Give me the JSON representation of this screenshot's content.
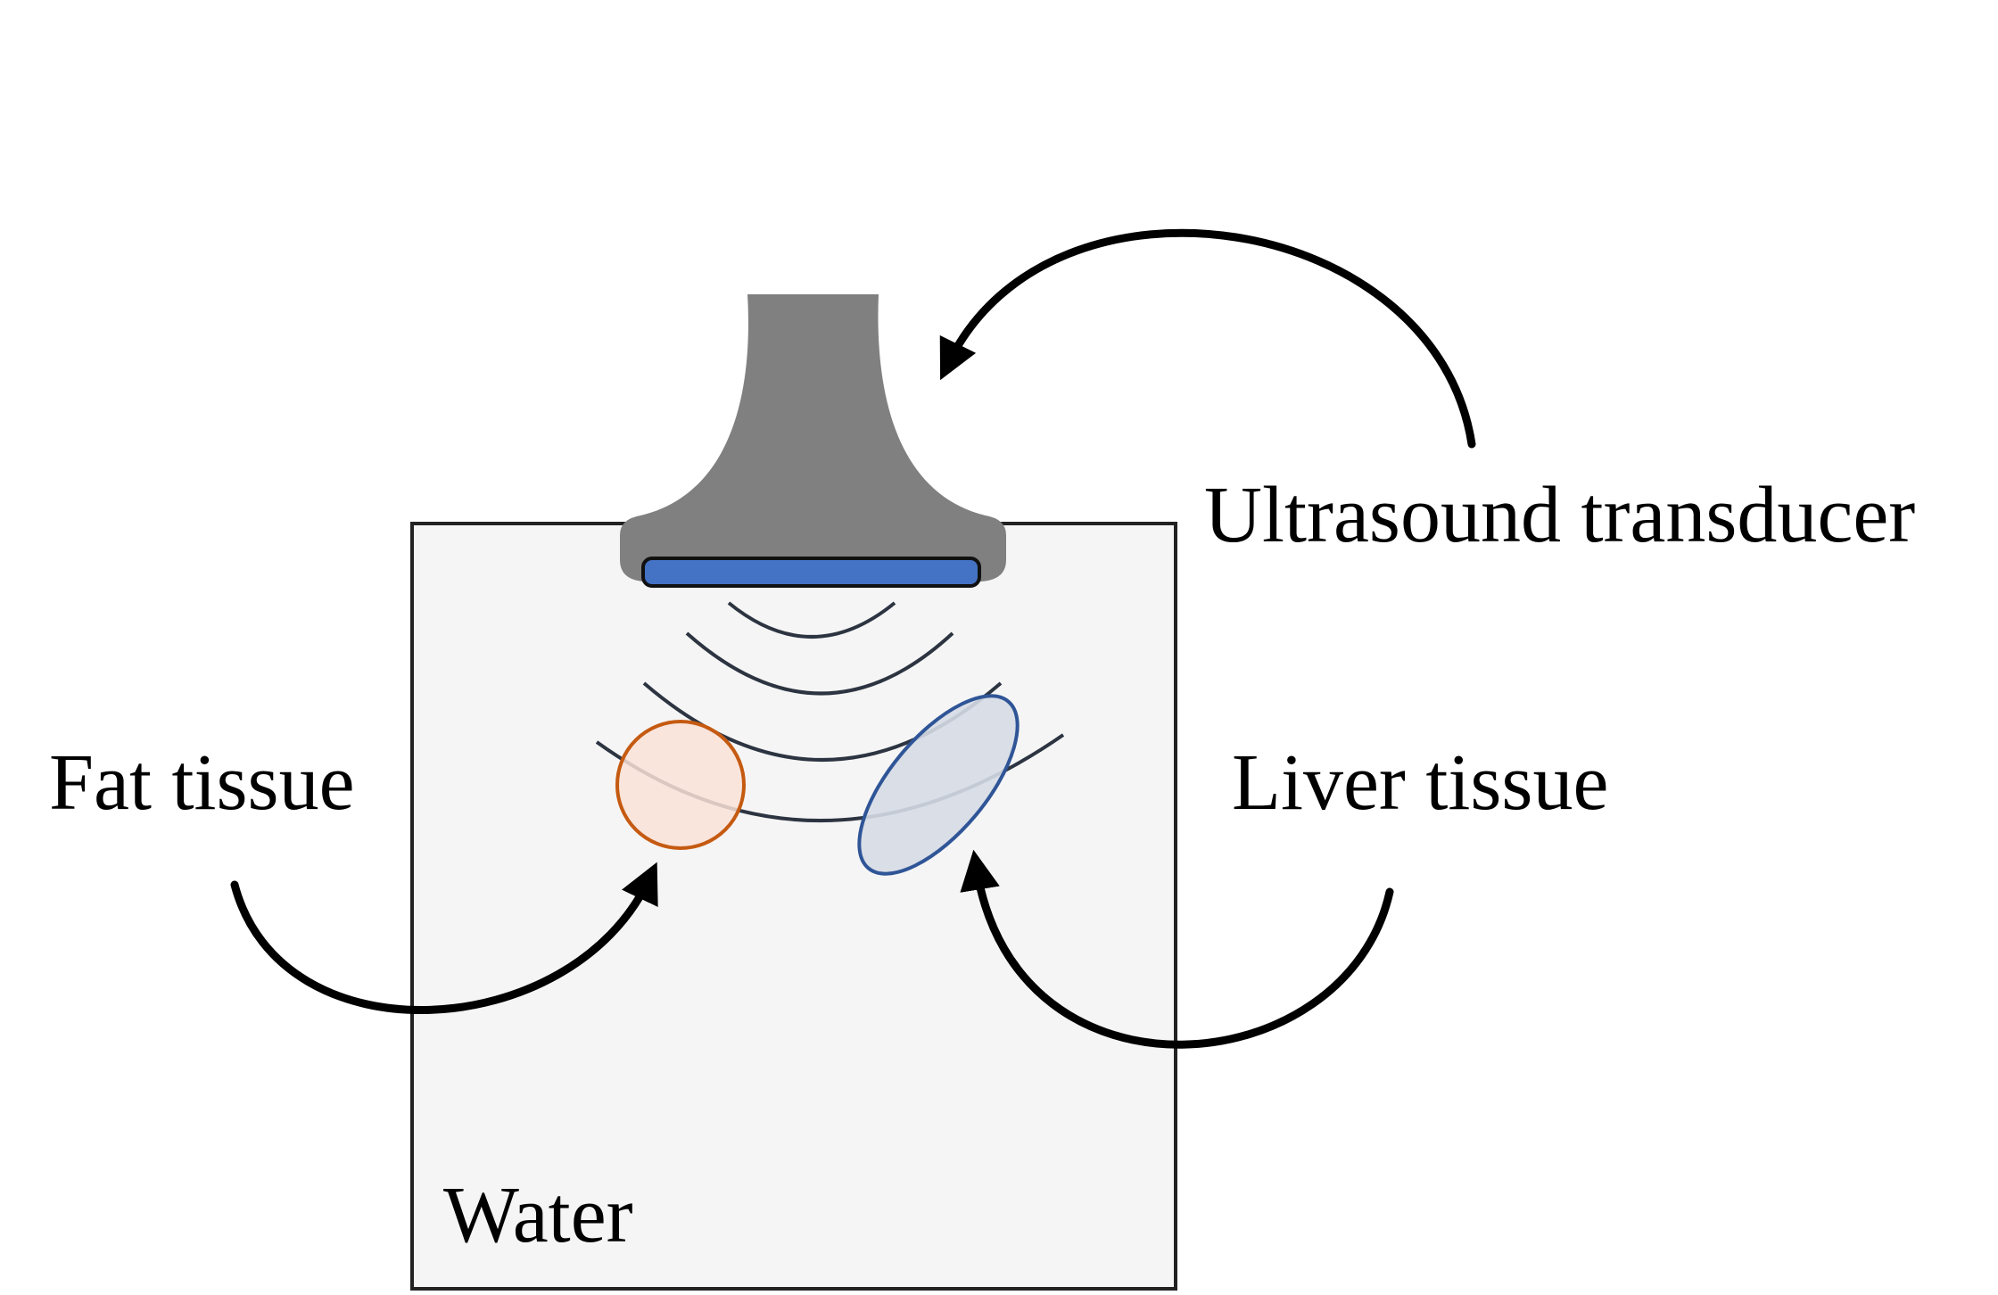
{
  "labels": {
    "transducer": "Ultrasound transducer",
    "fat": "Fat tissue",
    "liver": "Liver tissue",
    "water": "Water"
  },
  "colors": {
    "transducer_body": "#808080",
    "transducer_face": "#4472C4",
    "water_tank_fill": "#F5F5F5",
    "water_tank_border": "#222222",
    "fat_fill": "#F9E2D7",
    "fat_border": "#C55A11",
    "liver_fill": "#D6DCE5",
    "liver_border": "#2F5597",
    "wave_stroke": "#2D3441",
    "arrow": "#000000"
  }
}
